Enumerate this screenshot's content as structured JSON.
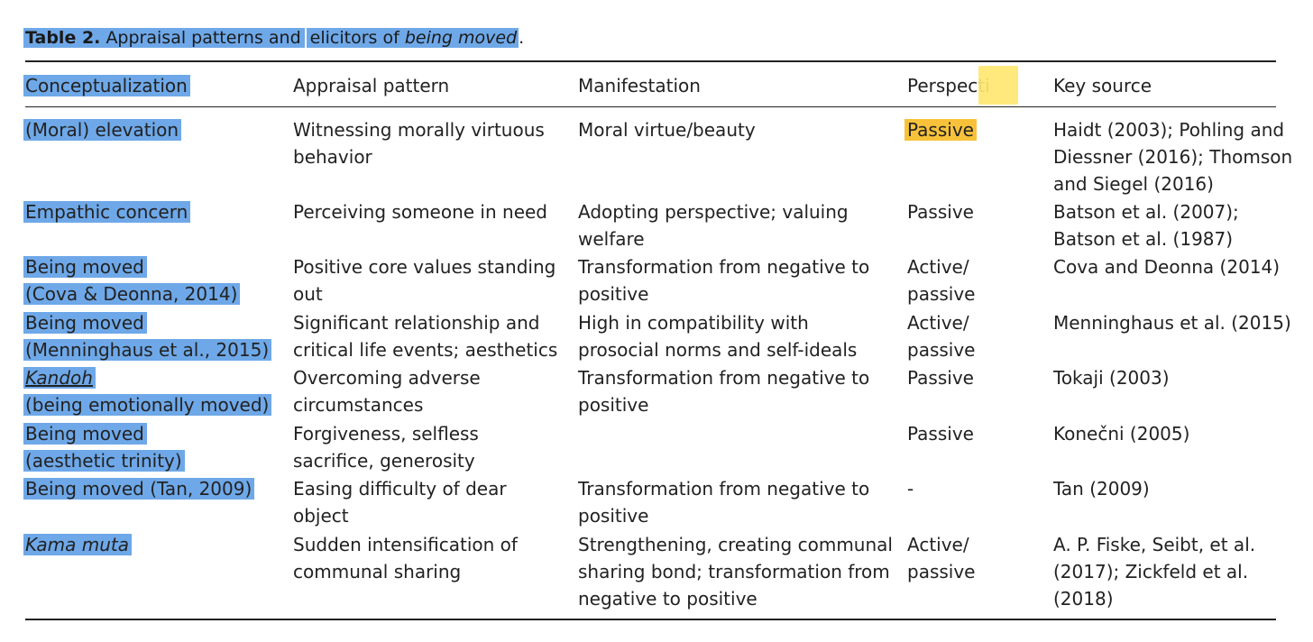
{
  "caption": {
    "label": "Table 2.",
    "text_a": "Appraisal patterns and",
    "text_b": "elicitors of",
    "text_b_italic": "being moved",
    "text_end": "."
  },
  "headers": {
    "conceptualization": "Conceptualization",
    "appraisal": "Appraisal pattern",
    "manifestation": "Manifestation",
    "perspective": "Perspecti",
    "source": "Key source"
  },
  "rows": [
    {
      "concept": [
        "(Moral) elevation"
      ],
      "appraisal": [
        "Witnessing morally virtuous",
        "behavior"
      ],
      "manifestation": [
        "Moral virtue/beauty"
      ],
      "perspective": [
        "Passive"
      ],
      "source": [
        "Haidt (2003); Pohling and",
        "Diessner (2016); Thomson",
        "and Siegel (2016)"
      ]
    },
    {
      "concept": [
        "Empathic concern"
      ],
      "appraisal": [
        "Perceiving someone in need"
      ],
      "manifestation": [
        "Adopting perspective; valuing",
        "welfare"
      ],
      "perspective": [
        "Passive"
      ],
      "source": [
        "Batson et al. (2007);",
        "Batson et al. (1987)"
      ]
    },
    {
      "concept": [
        "Being moved",
        "(Cova & Deonna, 2014)"
      ],
      "appraisal": [
        "Positive core values standing",
        "out"
      ],
      "manifestation": [
        "Transformation from negative to",
        "positive"
      ],
      "perspective": [
        "Active/",
        "passive"
      ],
      "source": [
        "Cova and Deonna (2014)"
      ]
    },
    {
      "concept": [
        "Being moved",
        "(Menninghaus et al., 2015)"
      ],
      "appraisal": [
        "Significant relationship and",
        "critical life events; aesthetics"
      ],
      "manifestation": [
        "High in compatibility with",
        "prosocial norms and self-ideals"
      ],
      "perspective": [
        "Active/",
        "passive"
      ],
      "source": [
        "Menninghaus et al. (2015)"
      ]
    },
    {
      "concept": [
        "Kandoh",
        "(being emotionally moved)"
      ],
      "appraisal": [
        "Overcoming adverse",
        "circumstances"
      ],
      "manifestation": [
        "Transformation from negative to",
        "positive"
      ],
      "perspective": [
        "Passive"
      ],
      "source": [
        "Tokaji (2003)"
      ]
    },
    {
      "concept": [
        "Being moved",
        "(aesthetic trinity)"
      ],
      "appraisal": [
        "Forgiveness, selfless",
        "sacrifice, generosity"
      ],
      "manifestation": [],
      "perspective": [
        "Passive"
      ],
      "source": [
        "Konečni (2005)"
      ]
    },
    {
      "concept": [
        "Being moved (Tan, 2009)"
      ],
      "appraisal": [
        "Easing difficulty of dear",
        "object"
      ],
      "manifestation": [
        "Transformation from negative to",
        "positive"
      ],
      "perspective": [
        "-"
      ],
      "source": [
        "Tan (2009)"
      ]
    },
    {
      "concept": [
        "Kama muta"
      ],
      "appraisal": [
        "Sudden intensification of",
        "communal sharing"
      ],
      "manifestation": [
        "Strengthening, creating communal",
        "sharing bond; transformation from",
        "negative to positive"
      ],
      "perspective": [
        "Active/",
        "passive"
      ],
      "source": [
        "A. P. Fiske, Seibt, et al.",
        "(2017); Zickfeld et al.",
        "(2018)"
      ]
    }
  ]
}
